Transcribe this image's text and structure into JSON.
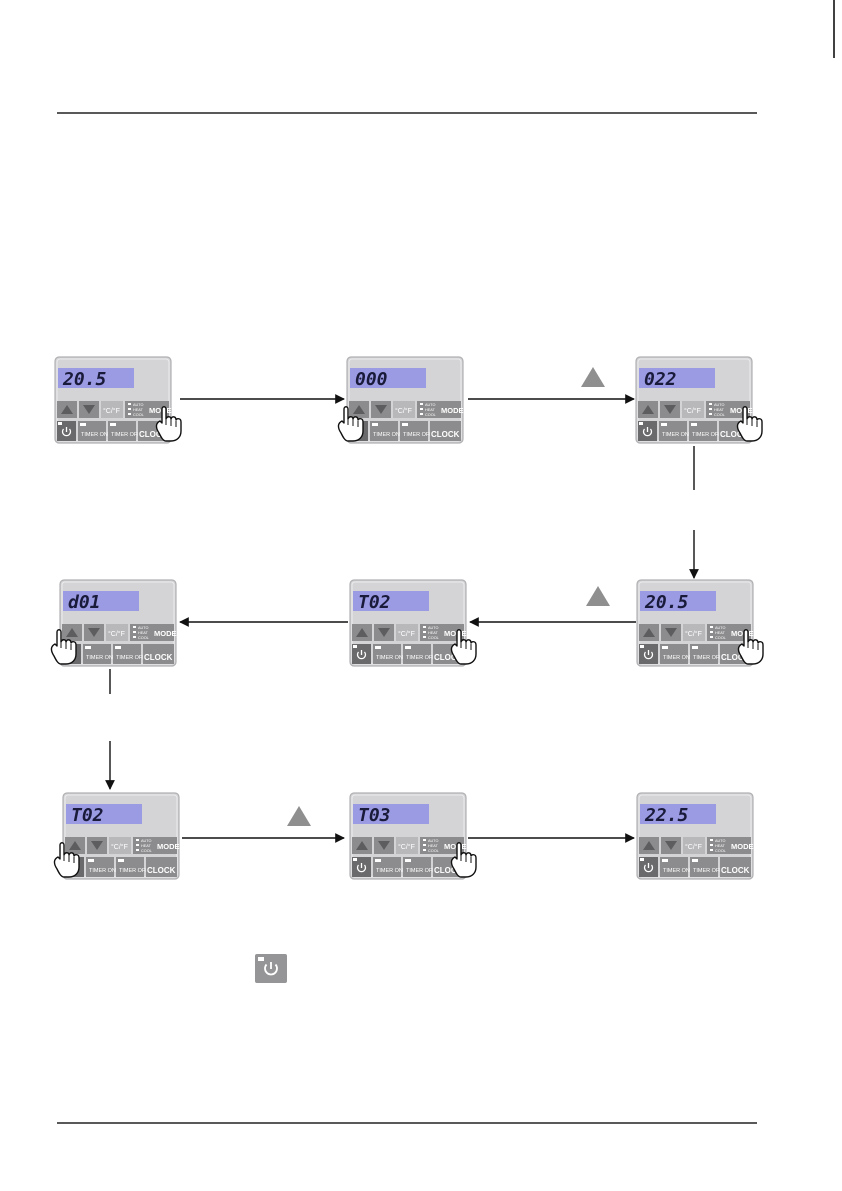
{
  "panel_labels": {
    "cf": "°C/°F",
    "mode_options": [
      "AUTO",
      "HEAT",
      "COOL"
    ],
    "mode": "MODE",
    "timer_on": "TIMER ON",
    "timer_off": "TIMER OFF",
    "clock": "CLOCK"
  },
  "steps": [
    {
      "display": "20.5",
      "pressed": "mode",
      "up_hint": false
    },
    {
      "display": "000",
      "pressed": "up",
      "up_hint": false
    },
    {
      "display": "022",
      "pressed": "mode",
      "up_hint": true
    },
    {
      "display": "d01",
      "pressed": "up",
      "up_hint": true
    },
    {
      "display": "T02",
      "pressed": "mode",
      "up_hint": false
    },
    {
      "display": "20.5",
      "pressed": "mode",
      "up_hint": false
    },
    {
      "display": "T02",
      "pressed": "up",
      "up_hint": false
    },
    {
      "display": "T03",
      "pressed": "mode",
      "up_hint": true
    },
    {
      "display": "22.5",
      "pressed": "none",
      "up_hint": false
    }
  ],
  "inline_icon": "power-button-icon",
  "colors": {
    "panel": "#d4d4d6",
    "lcd": "#9b9be4",
    "lcd_text": "#1a1a3a",
    "button": "#8c8c8e",
    "button_dark": "#6a6a6c",
    "hint": "#8f8f8f"
  }
}
